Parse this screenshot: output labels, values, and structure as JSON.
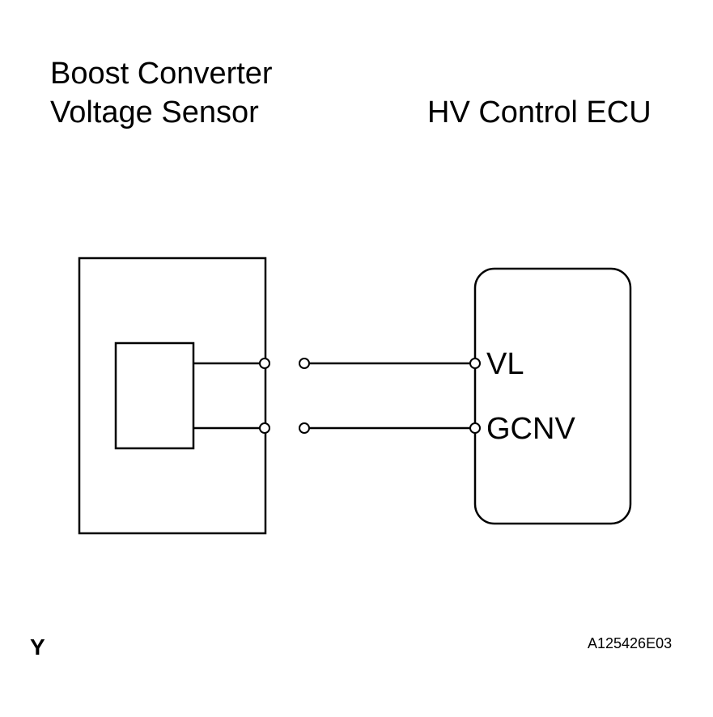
{
  "components": {
    "sensor": {
      "title_line1": "Boost Converter",
      "title_line2": "Voltage Sensor"
    },
    "ecu": {
      "title": "HV Control ECU"
    }
  },
  "pins": {
    "vl": "VL",
    "gcnv": "GCNV"
  },
  "footer": {
    "corner_mark": "Y",
    "figure_code": "A125426E03"
  }
}
